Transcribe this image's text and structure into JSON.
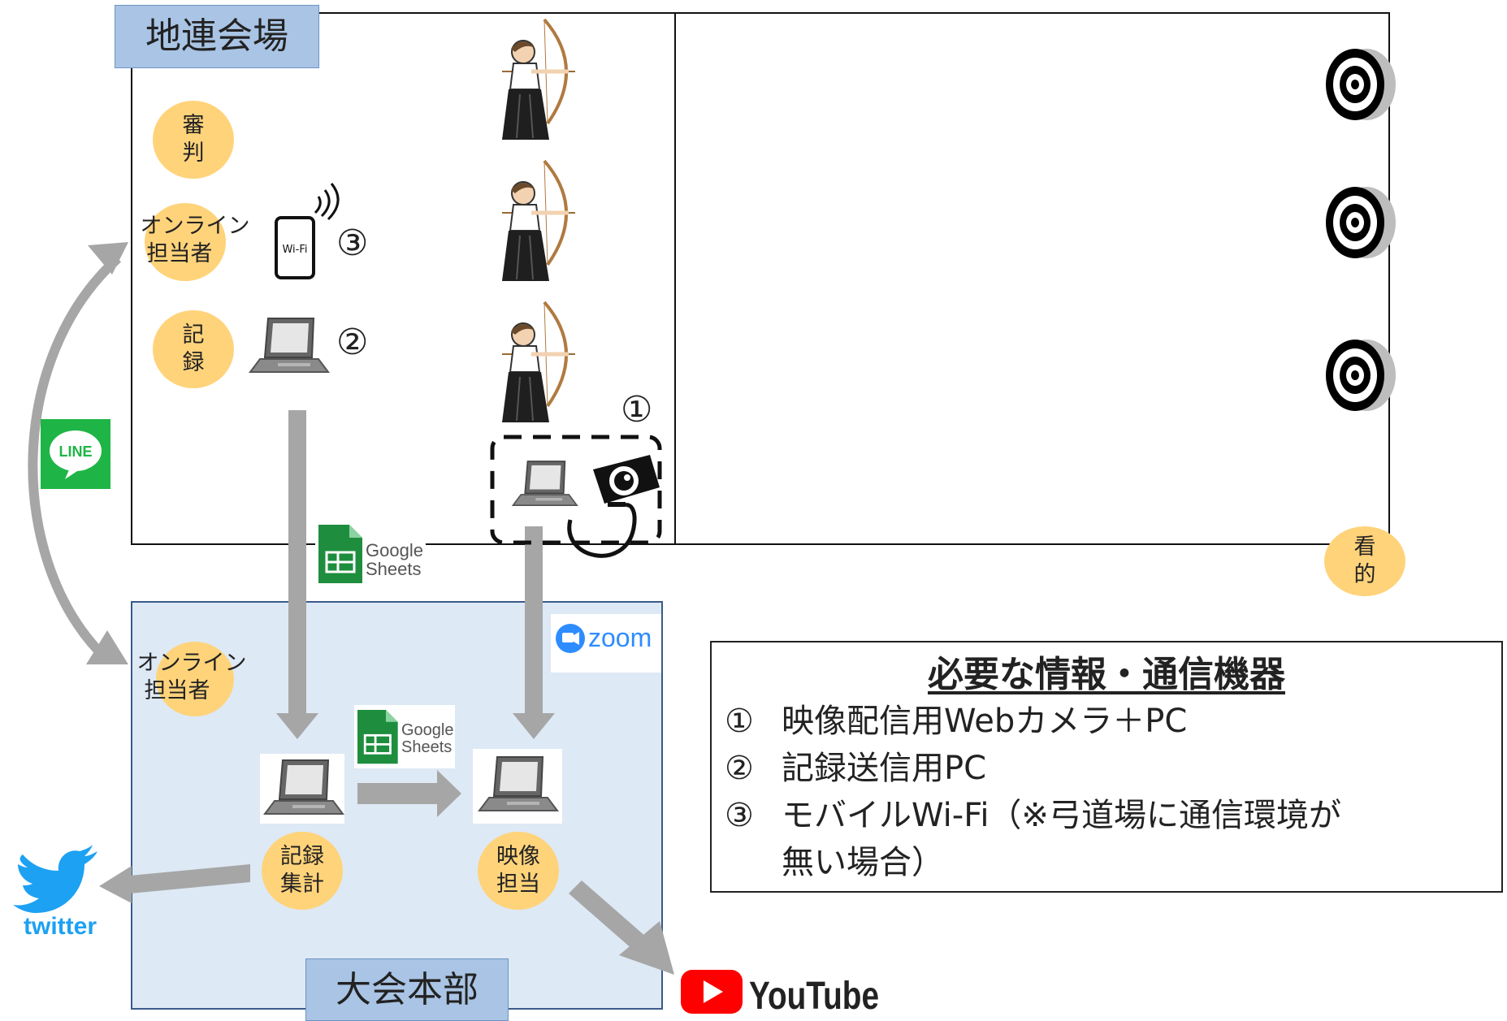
{
  "venue": {
    "title": "地連会場"
  },
  "hq": {
    "title": "大会本部"
  },
  "roles": {
    "judge": [
      "審",
      "判"
    ],
    "online_venue": [
      "オンライン",
      "担当者"
    ],
    "record": [
      "記",
      "録"
    ],
    "target": [
      "看",
      "的"
    ],
    "online_hq": [
      "オンライン",
      "担当者"
    ],
    "record_total": [
      "記録",
      "集計"
    ],
    "video": [
      "映像",
      "担当"
    ]
  },
  "markers": {
    "m1": "①",
    "m2": "②",
    "m3": "③"
  },
  "devices": {
    "wifi_text": "Wi-Fi"
  },
  "services": {
    "line": "LINE",
    "sheets_line1": "Google",
    "sheets_line2": "Sheets",
    "zoom": "zoom",
    "twitter": "twitter",
    "youtube": "YouTube"
  },
  "info_box": {
    "title": "必要な情報・通信機器",
    "items": [
      {
        "num": "①",
        "text": "映像配信用Webカメラ＋PC"
      },
      {
        "num": "②",
        "text": "記録送信用PC"
      },
      {
        "num": "③",
        "text": "モバイルWi-Fi（※弓道場に通信環境が"
      }
    ],
    "continuation": "無い場合）"
  },
  "colors": {
    "title_bg": "#a9c4e4",
    "hq_bg": "#dde9f5",
    "bubble": "#ffd37a",
    "arrow": "#a6a6a6",
    "line_green": "#1fb546",
    "sheets_green": "#1e8e3e",
    "zoom_blue": "#2d8cff",
    "twitter_blue": "#1da1f2",
    "youtube_red": "#ff0000"
  }
}
